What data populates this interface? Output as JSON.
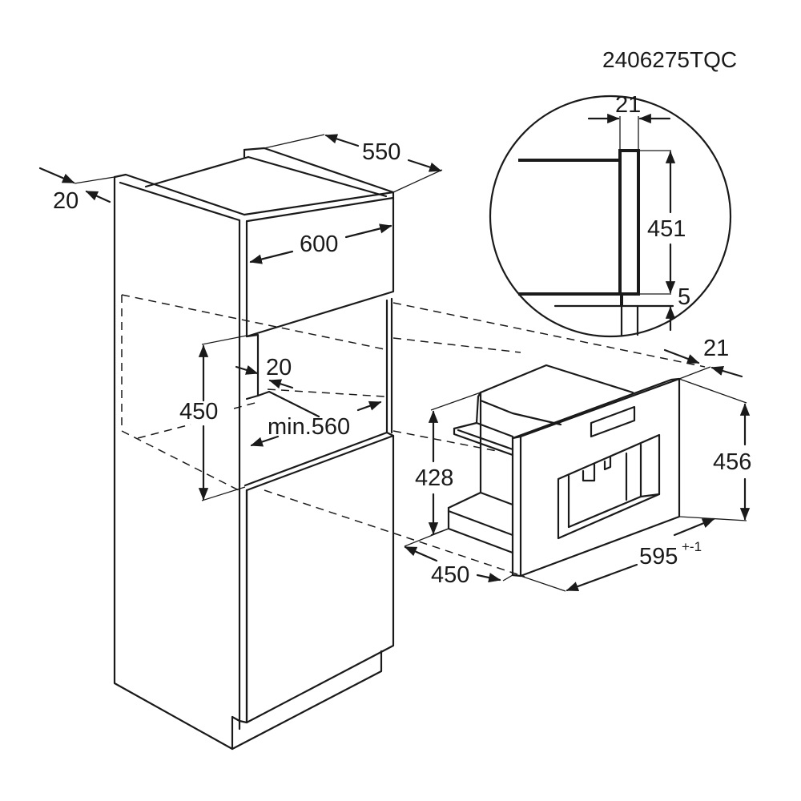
{
  "drawing": {
    "code": "2406275TQC",
    "colors": {
      "line": "#1a1a1a",
      "background": "#ffffff"
    }
  },
  "cabinet": {
    "dimensions": {
      "depth_top": "550",
      "side_panel_thickness": "20",
      "width": "600",
      "niche_height": "450",
      "niche_offset": "20",
      "niche_min_width": "min.560"
    }
  },
  "appliance": {
    "dimensions": {
      "body_height": "428",
      "body_depth": "450",
      "front_height": "456",
      "front_width": "595",
      "front_width_tolerance": "+-1",
      "front_thickness": "21"
    }
  },
  "detail_circle": {
    "dimensions": {
      "panel_thickness": "21",
      "panel_height": "451",
      "gap": "5"
    }
  }
}
